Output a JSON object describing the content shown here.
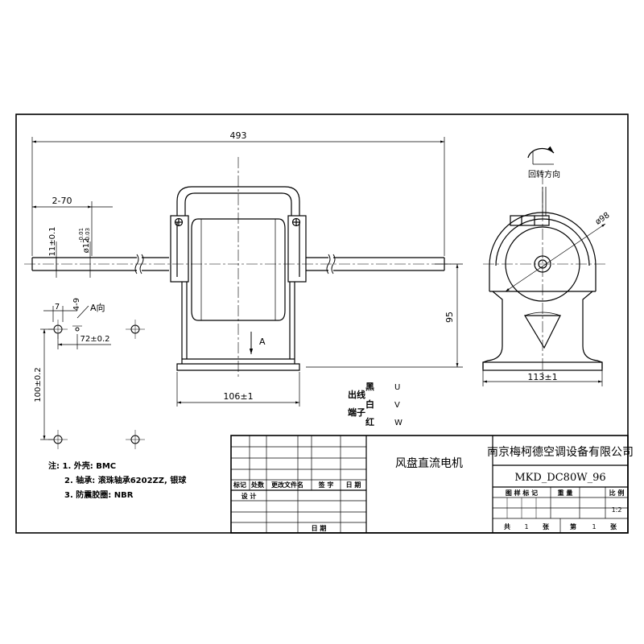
{
  "dims": {
    "overall_length": "493",
    "shaft_ext": "2-70",
    "flat": "11±0.1",
    "shaft_dia": "ø12",
    "shaft_tol_up": "-0.01",
    "shaft_tol_dn": "-0.03",
    "bracket_width": "106±1",
    "center_height": "95",
    "base_width": "113±1",
    "outer_dia": "ø98",
    "hole_spacing_x": "72±0.2",
    "hole_spacing_y": "100±0.2",
    "hole_offset": "7",
    "slot_size": "4-9",
    "view_a": "A向",
    "arrow_a": "A",
    "rotation": "回转方向"
  },
  "leads": {
    "label_top": "出线",
    "label_bottom": "端子",
    "wires": [
      {
        "color": "黑",
        "phase": "U"
      },
      {
        "color": "白",
        "phase": "V"
      },
      {
        "color": "红",
        "phase": "W"
      }
    ]
  },
  "notes": [
    "注: 1. 外壳:    BMC",
    "2. 轴承:    滚珠轴承6202ZZ, 银球",
    "3. 防震胶圈:  NBR"
  ],
  "title_block": {
    "product_name": "风盘直流电机",
    "company": "南京梅柯德空调设备有限公司",
    "model": "MKD_DC80W_96",
    "rev_headers": [
      "标记",
      "处数",
      "更改文件名",
      "签 字",
      "日 期"
    ],
    "sign_design": "设 计",
    "sign_date": "日 期",
    "props_headers": [
      "图 样 标 记",
      "重 量",
      "比 例"
    ],
    "scale": "1:2",
    "sheet_total_pre": "共",
    "sheet_total": "1",
    "sheet_unit1": "张",
    "sheet_no_pre": "第",
    "sheet_no": "1",
    "sheet_unit2": "张"
  }
}
